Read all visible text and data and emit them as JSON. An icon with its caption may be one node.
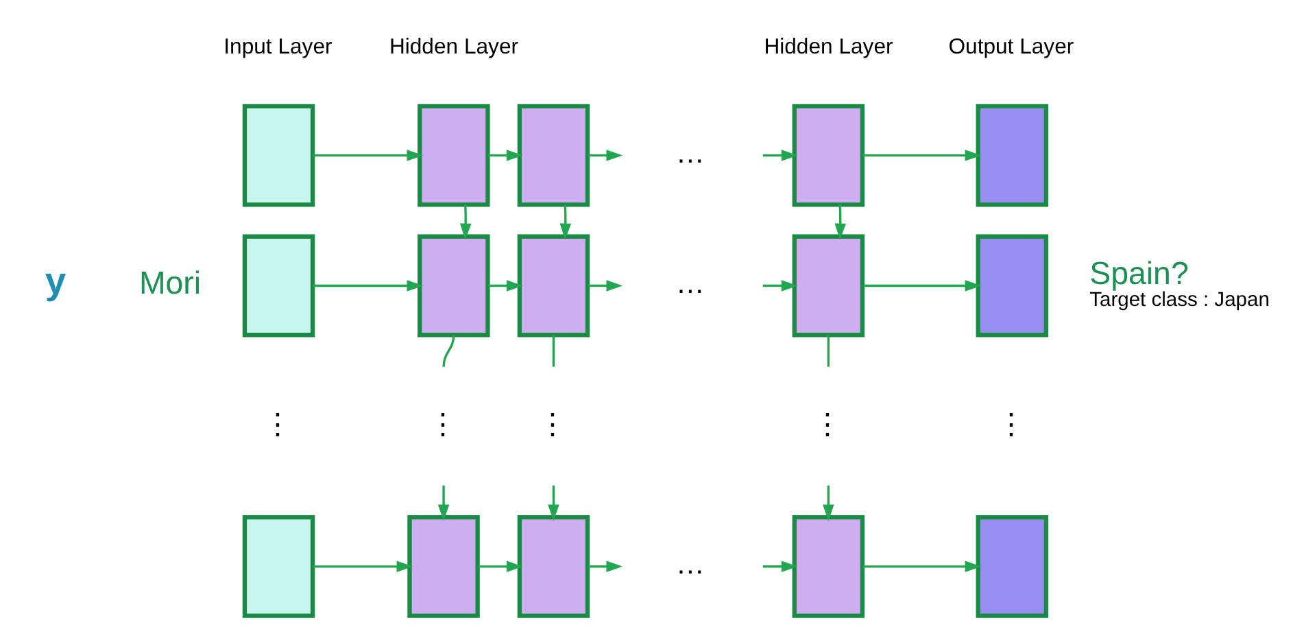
{
  "diagram": {
    "nodes": [
      {
        "text": [],
        "shape": "box",
        "beside": [
          "Input Layer"
        ]
      },
      {
        "text": [],
        "shape": "box",
        "beside": [
          "Hidden Layer"
        ]
      },
      {
        "text": [],
        "shape": "box"
      },
      {
        "text": [],
        "shape": "box",
        "beside": [
          "Hidden Layer"
        ]
      },
      {
        "text": [],
        "shape": "box",
        "beside": [
          "Output Layer"
        ]
      },
      {
        "text": [],
        "shape": "box",
        "beside": [
          "Mori"
        ]
      },
      {
        "text": [],
        "shape": "box"
      },
      {
        "text": [],
        "shape": "box"
      },
      {
        "text": [],
        "shape": "box"
      },
      {
        "text": [],
        "shape": "box",
        "beside": [
          "Spain?",
          "Target class : Japan"
        ]
      },
      {
        "text": [],
        "shape": "box"
      },
      {
        "text": [],
        "shape": "box"
      },
      {
        "text": [],
        "shape": "box"
      },
      {
        "text": [],
        "shape": "box"
      },
      {
        "text": [],
        "shape": "box"
      }
    ],
    "edges": [
      {
        "from": 0,
        "to": 1,
        "arrow": "to"
      },
      {
        "from": 1,
        "to": 2,
        "arrow": "to"
      },
      {
        "from": 2,
        "to": null,
        "arrow": "to"
      },
      {
        "from": null,
        "to": 3,
        "arrow": "to"
      },
      {
        "from": 3,
        "to": 4,
        "arrow": "to"
      },
      {
        "from": 1,
        "to": 6,
        "arrow": "to"
      },
      {
        "from": 2,
        "to": 7,
        "arrow": "to"
      },
      {
        "from": 3,
        "to": 8,
        "arrow": "to"
      },
      {
        "from": 6,
        "to": null,
        "arrow": "none"
      },
      {
        "from": 7,
        "to": null,
        "arrow": "none"
      },
      {
        "from": 8,
        "to": null,
        "arrow": "none"
      },
      {
        "from": 5,
        "to": 6,
        "arrow": "to"
      },
      {
        "from": 6,
        "to": 7,
        "arrow": "to"
      },
      {
        "from": 7,
        "to": null,
        "arrow": "to"
      },
      {
        "from": null,
        "to": 8,
        "arrow": "to"
      },
      {
        "from": 8,
        "to": 9,
        "arrow": "to"
      },
      {
        "from": null,
        "to": 11,
        "arrow": "to"
      },
      {
        "from": null,
        "to": 12,
        "arrow": "to"
      },
      {
        "from": null,
        "to": 13,
        "arrow": "to"
      },
      {
        "from": 10,
        "to": 11,
        "arrow": "to"
      },
      {
        "from": 11,
        "to": 12,
        "arrow": "to"
      },
      {
        "from": 12,
        "to": null,
        "arrow": "to"
      },
      {
        "from": null,
        "to": 13,
        "arrow": "to"
      },
      {
        "from": 13,
        "to": 14,
        "arrow": "to"
      }
    ],
    "labels": [
      "y",
      "…",
      "…",
      "⋮",
      "⋮",
      "⋮",
      "⋮",
      "⋮",
      "…"
    ]
  }
}
